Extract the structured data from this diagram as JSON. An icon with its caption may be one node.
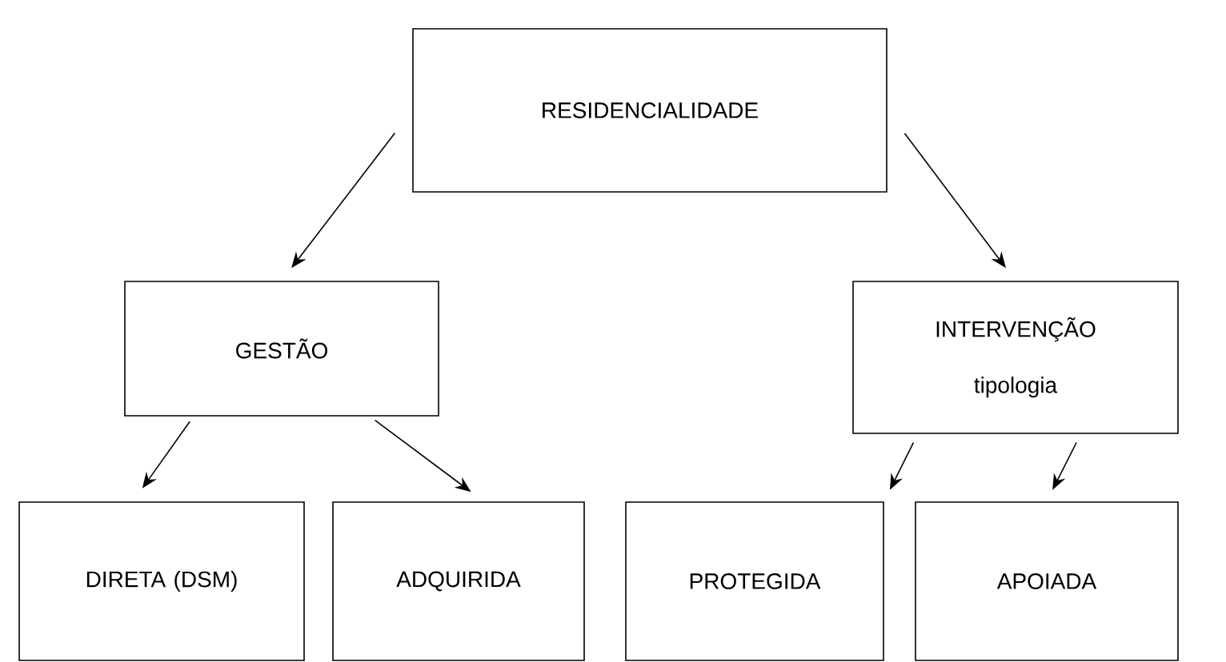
{
  "diagram": {
    "nodes": [
      {
        "text": [
          "RESIDENCIALIDADE"
        ]
      },
      {
        "text": [
          "GESTÃO"
        ]
      },
      {
        "text": [
          "INTERVENÇÃO",
          "tipologia"
        ]
      },
      {
        "text": [
          "DIRETA (DSM)"
        ]
      },
      {
        "text": [
          "ADQUIRIDA"
        ]
      },
      {
        "text": [
          "PROTEGIDA"
        ]
      },
      {
        "text": [
          "APOIADA"
        ]
      }
    ],
    "edges": [
      {
        "from": 0,
        "to": 1,
        "arrow": "to"
      },
      {
        "from": 0,
        "to": 2,
        "arrow": "to"
      },
      {
        "from": 1,
        "to": 3,
        "arrow": "to"
      },
      {
        "from": 1,
        "to": 4,
        "arrow": "to"
      },
      {
        "from": 2,
        "to": 5,
        "arrow": "to"
      },
      {
        "from": 2,
        "to": 6,
        "arrow": "to"
      }
    ]
  }
}
